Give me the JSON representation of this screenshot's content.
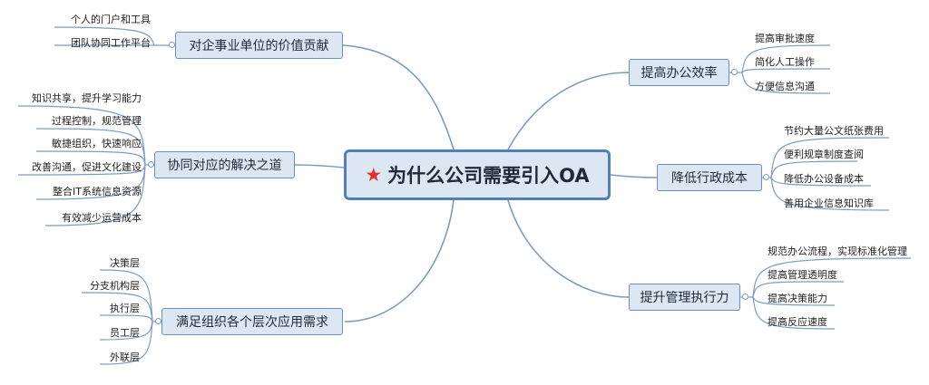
{
  "central": {
    "star_icon": "star-icon",
    "title": "为什么公司需要引入OA"
  },
  "topics": {
    "value": {
      "label": "对企事业单位的价值贡献",
      "items": [
        "个人的门户和工具",
        "团队协同工作平台"
      ]
    },
    "solutions": {
      "label": "协同对应的解决之道",
      "items": [
        "知识共享，提升学习能力",
        "过程控制，规范管理",
        "敏捷组织，快速响应",
        "改善沟通，促进文化建设",
        "整合IT系统信息资源",
        "有效减少运营成本"
      ]
    },
    "levels": {
      "label": "满足组织各个层次应用需求",
      "items": [
        "决策层",
        "分支机构层",
        "执行层",
        "员工层",
        "外联层"
      ]
    },
    "efficiency": {
      "label": "提高办公效率",
      "items": [
        "提高审批速度",
        "简化人工操作",
        "方便信息沟通"
      ]
    },
    "cost": {
      "label": "降低行政成本",
      "items": [
        "节约大量公文纸张费用",
        "便利规章制度查阅",
        "降低办公设备成本",
        "善用企业信息知识库"
      ]
    },
    "execution": {
      "label": "提升管理执行力",
      "items": [
        "规范办公流程，实现标准化管理",
        "提高管理透明度",
        "提高决策能力",
        "提高反应速度"
      ]
    }
  },
  "colors": {
    "accent": "#4f7fbf",
    "node_fill": "#dde7f3",
    "link": "#7d9bc1",
    "star": "#e0312b"
  }
}
